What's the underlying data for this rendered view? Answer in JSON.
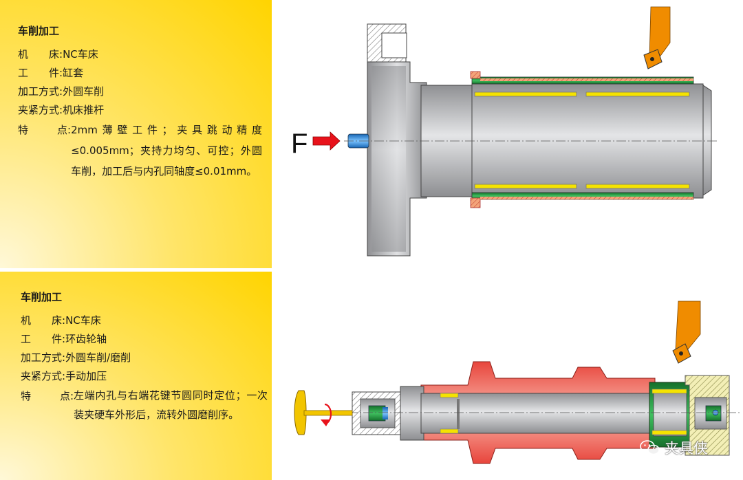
{
  "top": {
    "heading": "车削加工",
    "machine_l1": "机",
    "machine_l2": "床",
    "machine_val": "NC车床",
    "work_l1": "工",
    "work_l2": "件",
    "work_val": "缸套",
    "method_lab": "加工方式:",
    "method_val": "外圆车削",
    "clamp_lab": "夹紧方式:",
    "clamp_val": "机床推杆",
    "note_l1": "特",
    "note_l2": "点",
    "note_val": "2mm薄壁工件；夹具跳动精度≤0.005mm；夹持力均匀、可控；外圆车削，加工后与内孔同轴度≤0.01mm。",
    "force_label": "F"
  },
  "bottom": {
    "heading": "车削加工",
    "machine_l1": "机",
    "machine_l2": "床",
    "machine_val": "NC车床",
    "work_l1": "工",
    "work_l2": "件",
    "work_val": "环齿轮轴",
    "method_lab": "加工方式:",
    "method_val": "外圆车削/磨削",
    "clamp_lab": "夹紧方式:",
    "clamp_val": "手动加压",
    "note_l1": "特",
    "note_l2": "点",
    "note_val": "左端内孔与右端花键节圆同时定位；一次装夹硬车外形后，流转外圆磨削序。"
  },
  "watermark": {
    "text": "夹具侠",
    "icon": "wechat-icon"
  },
  "colors": {
    "panel": "#ffd400",
    "metal": "#b8b9bb",
    "tool": "#f08c00",
    "part": "#e8453c",
    "green": "#1f8f3a",
    "force": "#e8121b"
  }
}
